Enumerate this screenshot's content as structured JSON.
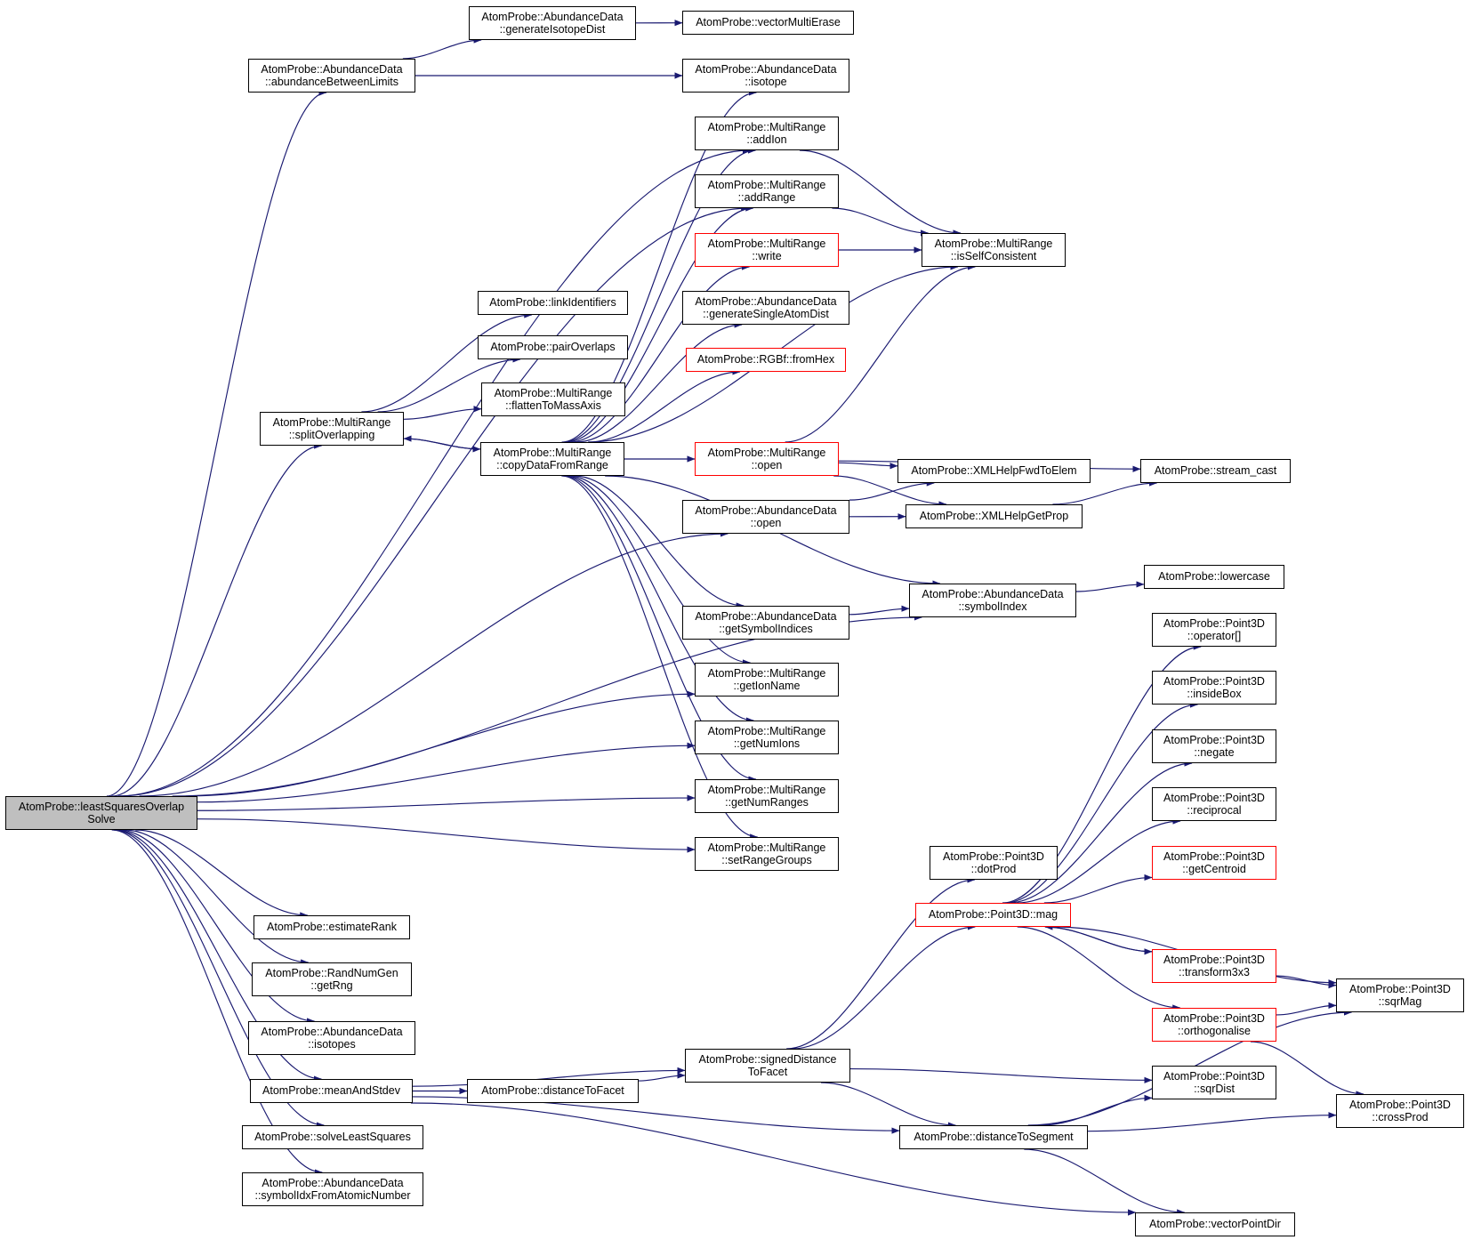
{
  "colors": {
    "edge": "#191970",
    "node_border": "#000000",
    "node_border_truncated": "#ff0000",
    "root_fill": "#bfbfbf"
  },
  "nodes": {
    "root": {
      "lines": [
        "AtomProbe::leastSquaresOverlap",
        "Solve"
      ]
    },
    "abundanceBetweenLimits": {
      "lines": [
        "AtomProbe::AbundanceData",
        "::abundanceBetweenLimits"
      ]
    },
    "generateIsotopeDist": {
      "lines": [
        "AtomProbe::AbundanceData",
        "::generateIsotopeDist"
      ]
    },
    "vectorMultiErase": {
      "lines": [
        "AtomProbe::vectorMultiErase"
      ]
    },
    "isotope": {
      "lines": [
        "AtomProbe::AbundanceData",
        "::isotope"
      ]
    },
    "addIon": {
      "lines": [
        "AtomProbe::MultiRange",
        "::addIon"
      ]
    },
    "addRange": {
      "lines": [
        "AtomProbe::MultiRange",
        "::addRange"
      ]
    },
    "write": {
      "lines": [
        "AtomProbe::MultiRange",
        "::write"
      ]
    },
    "isSelfConsistent": {
      "lines": [
        "AtomProbe::MultiRange",
        "::isSelfConsistent"
      ]
    },
    "generateSingleAtomDist": {
      "lines": [
        "AtomProbe::AbundanceData",
        "::generateSingleAtomDist"
      ]
    },
    "fromHex": {
      "lines": [
        "AtomProbe::RGBf::fromHex"
      ]
    },
    "linkIdentifiers": {
      "lines": [
        "AtomProbe::linkIdentifiers"
      ]
    },
    "pairOverlaps": {
      "lines": [
        "AtomProbe::pairOverlaps"
      ]
    },
    "flattenToMassAxis": {
      "lines": [
        "AtomProbe::MultiRange",
        "::flattenToMassAxis"
      ]
    },
    "splitOverlapping": {
      "lines": [
        "AtomProbe::MultiRange",
        "::splitOverlapping"
      ]
    },
    "copyDataFromRange": {
      "lines": [
        "AtomProbe::MultiRange",
        "::copyDataFromRange"
      ]
    },
    "mrOpen": {
      "lines": [
        "AtomProbe::MultiRange",
        "::open"
      ]
    },
    "xmlFwd": {
      "lines": [
        "AtomProbe::XMLHelpFwdToElem"
      ]
    },
    "streamCast": {
      "lines": [
        "AtomProbe::stream_cast"
      ]
    },
    "adOpen": {
      "lines": [
        "AtomProbe::AbundanceData",
        "::open"
      ]
    },
    "xmlGetProp": {
      "lines": [
        "AtomProbe::XMLHelpGetProp"
      ]
    },
    "lowercase": {
      "lines": [
        "AtomProbe::lowercase"
      ]
    },
    "symbolIndex": {
      "lines": [
        "AtomProbe::AbundanceData",
        "::symbolIndex"
      ]
    },
    "getSymbolIndices": {
      "lines": [
        "AtomProbe::AbundanceData",
        "::getSymbolIndices"
      ]
    },
    "opIndex": {
      "lines": [
        "AtomProbe::Point3D",
        "::operator[]"
      ]
    },
    "getIonName": {
      "lines": [
        "AtomProbe::MultiRange",
        "::getIonName"
      ]
    },
    "insideBox": {
      "lines": [
        "AtomProbe::Point3D",
        "::insideBox"
      ]
    },
    "getNumIons": {
      "lines": [
        "AtomProbe::MultiRange",
        "::getNumIons"
      ]
    },
    "negate": {
      "lines": [
        "AtomProbe::Point3D",
        "::negate"
      ]
    },
    "getNumRanges": {
      "lines": [
        "AtomProbe::MultiRange",
        "::getNumRanges"
      ]
    },
    "reciprocal": {
      "lines": [
        "AtomProbe::Point3D",
        "::reciprocal"
      ]
    },
    "setRangeGroups": {
      "lines": [
        "AtomProbe::MultiRange",
        "::setRangeGroups"
      ]
    },
    "dotProd": {
      "lines": [
        "AtomProbe::Point3D",
        "::dotProd"
      ]
    },
    "getCentroid": {
      "lines": [
        "AtomProbe::Point3D",
        "::getCentroid"
      ]
    },
    "mag": {
      "lines": [
        "AtomProbe::Point3D::mag"
      ]
    },
    "estimateRank": {
      "lines": [
        "AtomProbe::estimateRank"
      ]
    },
    "getRng": {
      "lines": [
        "AtomProbe::RandNumGen",
        "::getRng"
      ]
    },
    "transform3x3": {
      "lines": [
        "AtomProbe::Point3D",
        "::transform3x3"
      ]
    },
    "sqrMag": {
      "lines": [
        "AtomProbe::Point3D",
        "::sqrMag"
      ]
    },
    "isotopes": {
      "lines": [
        "AtomProbe::AbundanceData",
        "::isotopes"
      ]
    },
    "orthogonalise": {
      "lines": [
        "AtomProbe::Point3D",
        "::orthogonalise"
      ]
    },
    "signedDistanceToFacet": {
      "lines": [
        "AtomProbe::signedDistance",
        "ToFacet"
      ]
    },
    "sqrDist": {
      "lines": [
        "AtomProbe::Point3D",
        "::sqrDist"
      ]
    },
    "meanAndStdev": {
      "lines": [
        "AtomProbe::meanAndStdev"
      ]
    },
    "distanceToFacet": {
      "lines": [
        "AtomProbe::distanceToFacet"
      ]
    },
    "crossProd": {
      "lines": [
        "AtomProbe::Point3D",
        "::crossProd"
      ]
    },
    "solveLeastSquares": {
      "lines": [
        "AtomProbe::solveLeastSquares"
      ]
    },
    "distanceToSegment": {
      "lines": [
        "AtomProbe::distanceToSegment"
      ]
    },
    "symbolIdxFromAtomicNumber": {
      "lines": [
        "AtomProbe::AbundanceData",
        "::symbolIdxFromAtomicNumber"
      ]
    },
    "vectorPointDir": {
      "lines": [
        "AtomProbe::vectorPointDir"
      ]
    }
  },
  "edges": [
    [
      "root",
      "abundanceBetweenLimits"
    ],
    [
      "root",
      "addIon"
    ],
    [
      "root",
      "addRange"
    ],
    [
      "root",
      "splitOverlapping"
    ],
    [
      "root",
      "adOpen"
    ],
    [
      "root",
      "getIonName"
    ],
    [
      "root",
      "getNumIons"
    ],
    [
      "root",
      "getNumRanges"
    ],
    [
      "root",
      "setRangeGroups"
    ],
    [
      "root",
      "symbolIndex"
    ],
    [
      "root",
      "estimateRank"
    ],
    [
      "root",
      "getRng"
    ],
    [
      "root",
      "isotopes"
    ],
    [
      "root",
      "meanAndStdev"
    ],
    [
      "root",
      "solveLeastSquares"
    ],
    [
      "root",
      "symbolIdxFromAtomicNumber"
    ],
    [
      "abundanceBetweenLimits",
      "generateIsotopeDist"
    ],
    [
      "abundanceBetweenLimits",
      "isotope"
    ],
    [
      "generateIsotopeDist",
      "vectorMultiErase"
    ],
    [
      "addIon",
      "isSelfConsistent"
    ],
    [
      "addRange",
      "isSelfConsistent"
    ],
    [
      "write",
      "isSelfConsistent"
    ],
    [
      "splitOverlapping",
      "linkIdentifiers"
    ],
    [
      "splitOverlapping",
      "pairOverlaps"
    ],
    [
      "splitOverlapping",
      "flattenToMassAxis"
    ],
    [
      "splitOverlapping",
      "copyDataFromRange"
    ],
    [
      "copyDataFromRange",
      "splitOverlapping"
    ],
    [
      "copyDataFromRange",
      "isotope"
    ],
    [
      "copyDataFromRange",
      "addIon"
    ],
    [
      "copyDataFromRange",
      "addRange"
    ],
    [
      "copyDataFromRange",
      "write"
    ],
    [
      "copyDataFromRange",
      "generateSingleAtomDist"
    ],
    [
      "copyDataFromRange",
      "fromHex"
    ],
    [
      "copyDataFromRange",
      "isSelfConsistent"
    ],
    [
      "copyDataFromRange",
      "mrOpen"
    ],
    [
      "copyDataFromRange",
      "symbolIndex"
    ],
    [
      "copyDataFromRange",
      "getSymbolIndices"
    ],
    [
      "copyDataFromRange",
      "getIonName"
    ],
    [
      "copyDataFromRange",
      "getNumIons"
    ],
    [
      "copyDataFromRange",
      "getNumRanges"
    ],
    [
      "copyDataFromRange",
      "setRangeGroups"
    ],
    [
      "mrOpen",
      "isSelfConsistent"
    ],
    [
      "mrOpen",
      "streamCast"
    ],
    [
      "mrOpen",
      "xmlFwd"
    ],
    [
      "mrOpen",
      "xmlGetProp"
    ],
    [
      "adOpen",
      "xmlFwd"
    ],
    [
      "adOpen",
      "xmlGetProp"
    ],
    [
      "xmlGetProp",
      "streamCast"
    ],
    [
      "symbolIndex",
      "lowercase"
    ],
    [
      "getSymbolIndices",
      "symbolIndex"
    ],
    [
      "meanAndStdev",
      "signedDistanceToFacet"
    ],
    [
      "meanAndStdev",
      "distanceToFacet"
    ],
    [
      "meanAndStdev",
      "distanceToSegment"
    ],
    [
      "meanAndStdev",
      "vectorPointDir"
    ],
    [
      "distanceToFacet",
      "signedDistanceToFacet"
    ],
    [
      "signedDistanceToFacet",
      "dotProd"
    ],
    [
      "signedDistanceToFacet",
      "mag"
    ],
    [
      "signedDistanceToFacet",
      "sqrDist"
    ],
    [
      "signedDistanceToFacet",
      "distanceToSegment"
    ],
    [
      "mag",
      "opIndex"
    ],
    [
      "mag",
      "insideBox"
    ],
    [
      "mag",
      "negate"
    ],
    [
      "mag",
      "reciprocal"
    ],
    [
      "mag",
      "getCentroid"
    ],
    [
      "mag",
      "transform3x3"
    ],
    [
      "mag",
      "orthogonalise"
    ],
    [
      "mag",
      "sqrMag"
    ],
    [
      "transform3x3",
      "mag"
    ],
    [
      "transform3x3",
      "sqrMag"
    ],
    [
      "orthogonalise",
      "sqrMag"
    ],
    [
      "orthogonalise",
      "crossProd"
    ],
    [
      "distanceToSegment",
      "sqrDist"
    ],
    [
      "distanceToSegment",
      "sqrMag"
    ],
    [
      "distanceToSegment",
      "crossProd"
    ],
    [
      "distanceToSegment",
      "vectorPointDir"
    ]
  ]
}
